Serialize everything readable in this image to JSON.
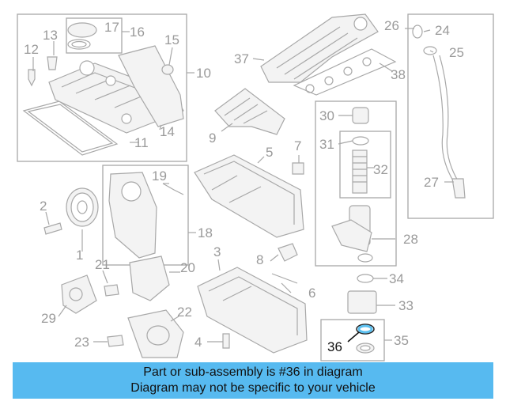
{
  "diagram": {
    "callouts": [
      {
        "id": "c1",
        "label": "1"
      },
      {
        "id": "c2",
        "label": "2"
      },
      {
        "id": "c3",
        "label": "3"
      },
      {
        "id": "c4",
        "label": "4"
      },
      {
        "id": "c5",
        "label": "5"
      },
      {
        "id": "c6",
        "label": "6"
      },
      {
        "id": "c7",
        "label": "7"
      },
      {
        "id": "c8",
        "label": "8"
      },
      {
        "id": "c9",
        "label": "9"
      },
      {
        "id": "c10",
        "label": "10"
      },
      {
        "id": "c11",
        "label": "11"
      },
      {
        "id": "c12",
        "label": "12"
      },
      {
        "id": "c13",
        "label": "13"
      },
      {
        "id": "c14",
        "label": "14"
      },
      {
        "id": "c15",
        "label": "15"
      },
      {
        "id": "c16",
        "label": "16"
      },
      {
        "id": "c17",
        "label": "17"
      },
      {
        "id": "c18",
        "label": "18"
      },
      {
        "id": "c19",
        "label": "19"
      },
      {
        "id": "c20",
        "label": "20"
      },
      {
        "id": "c21",
        "label": "21"
      },
      {
        "id": "c22",
        "label": "22"
      },
      {
        "id": "c23",
        "label": "23"
      },
      {
        "id": "c24",
        "label": "24"
      },
      {
        "id": "c25",
        "label": "25"
      },
      {
        "id": "c26",
        "label": "26"
      },
      {
        "id": "c27",
        "label": "27"
      },
      {
        "id": "c28",
        "label": "28"
      },
      {
        "id": "c29",
        "label": "29"
      },
      {
        "id": "c30",
        "label": "30"
      },
      {
        "id": "c31",
        "label": "31"
      },
      {
        "id": "c32",
        "label": "32"
      },
      {
        "id": "c33",
        "label": "33"
      },
      {
        "id": "c34",
        "label": "34"
      },
      {
        "id": "c35",
        "label": "35"
      },
      {
        "id": "c36",
        "label": "36"
      },
      {
        "id": "c37",
        "label": "37"
      },
      {
        "id": "c38",
        "label": "38"
      }
    ],
    "highlight_part": "36",
    "colors": {
      "highlight_ring": "#5bc0f0",
      "parts": "#a8a8a8",
      "banner": "#57baf0"
    }
  },
  "banner": {
    "line1": "Part or sub-assembly is #36 in diagram",
    "line2": "Diagram may not be specific to your vehicle"
  }
}
